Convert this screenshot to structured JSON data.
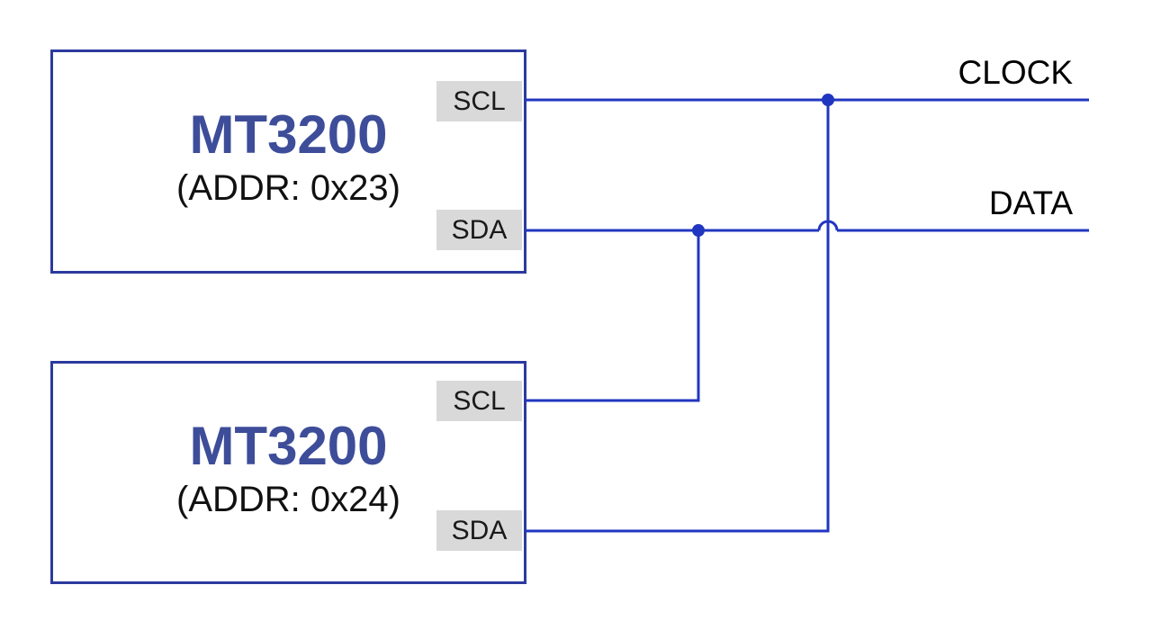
{
  "diagram": {
    "title_hint": "Two I2C devices sharing a two-wire bus",
    "devices": [
      {
        "name": "MT3200",
        "address_label": "(ADDR: 0x23)",
        "pins": [
          {
            "label": "SCL"
          },
          {
            "label": "SDA"
          }
        ]
      },
      {
        "name": "MT3200",
        "address_label": "(ADDR: 0x24)",
        "pins": [
          {
            "label": "SCL"
          },
          {
            "label": "SDA"
          }
        ]
      }
    ],
    "bus": {
      "clock_label": "CLOCK",
      "data_label": "DATA"
    },
    "colors": {
      "wire": "#2136c0",
      "device_border": "#2c3a9e",
      "device_title": "#3d4d99",
      "pin_background": "#d9d9d9",
      "label_text": "#000000",
      "background": "#ffffff"
    }
  }
}
